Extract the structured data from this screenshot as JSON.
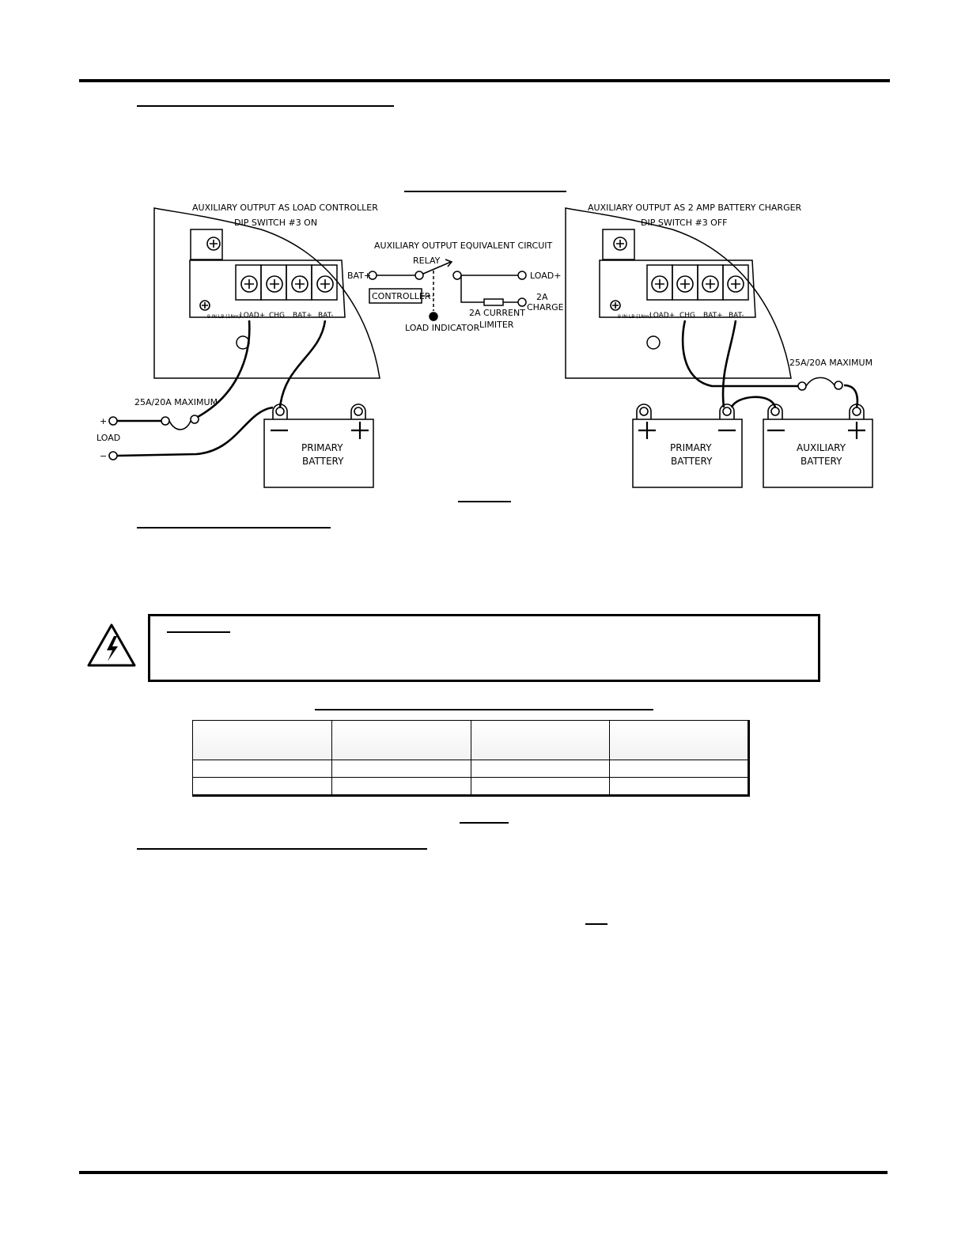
{
  "diagram": {
    "left_panel": {
      "title": "AUXILIARY OUTPUT AS LOAD CONTROLLER",
      "dip_switch": "DIP SWITCH #3 ON",
      "torque": "9 IN.LB (1Nm)",
      "terminals": [
        "LOAD+",
        "CHG",
        "BAT+",
        "BAT-"
      ],
      "fuse_label": "25A/20A MAXIMUM",
      "load_plus": "+",
      "load_label": "LOAD",
      "load_minus": "−",
      "battery_line1": "PRIMARY",
      "battery_line2": "BATTERY"
    },
    "center": {
      "title": "AUXILIARY OUTPUT EQUIVALENT CIRCUIT",
      "relay": "RELAY",
      "bat_plus": "BAT+",
      "controller": "CONTROLLER",
      "load_indicator": "LOAD INDICATOR",
      "load_plus": "LOAD+",
      "charge_line1": "2A",
      "charge_line2": "CHARGE",
      "limiter_line1": "2A CURRENT",
      "limiter_line2": "LIMITER"
    },
    "right_panel": {
      "title": "AUXILIARY OUTPUT AS 2 AMP BATTERY CHARGER",
      "dip_switch": "DIP SWITCH #3 OFF",
      "torque": "9 IN.LB (1Nm)",
      "terminals": [
        "LOAD+",
        "CHG",
        "BAT+",
        "BAT-"
      ],
      "fuse_label": "25A/20A MAXIMUM",
      "primary_line1": "PRIMARY",
      "primary_line2": "BATTERY",
      "auxiliary_line1": "AUXILIARY",
      "auxiliary_line2": "BATTERY"
    }
  },
  "icons": {
    "warning": "high-voltage-warning-icon"
  },
  "table": {
    "columns": 4,
    "body_rows": 2
  }
}
